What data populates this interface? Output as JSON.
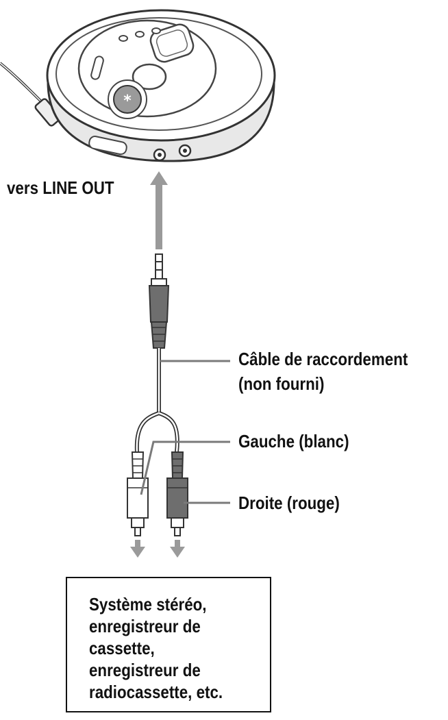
{
  "labels": {
    "line_out": "vers LINE OUT",
    "cable_line1": "Câble de raccordement",
    "cable_line2": "(non fourni)",
    "left": "Gauche (blanc)",
    "right": "Droite (rouge)"
  },
  "destination": {
    "lines": [
      "Système stéréo,",
      "enregistreur de",
      "cassette,",
      "enregistreur de",
      "radiocassette, etc."
    ]
  },
  "colors": {
    "arrow": "#9a9a9a",
    "line": "#7a7a7a",
    "outline": "#333333",
    "dark_plug": "#6e6e6e",
    "light_plug": "#ffffff"
  },
  "icons": {
    "player": "cd-player-icon",
    "stereo_plug": "mini-jack-plug-icon",
    "rca_plug": "rca-plug-icon"
  }
}
